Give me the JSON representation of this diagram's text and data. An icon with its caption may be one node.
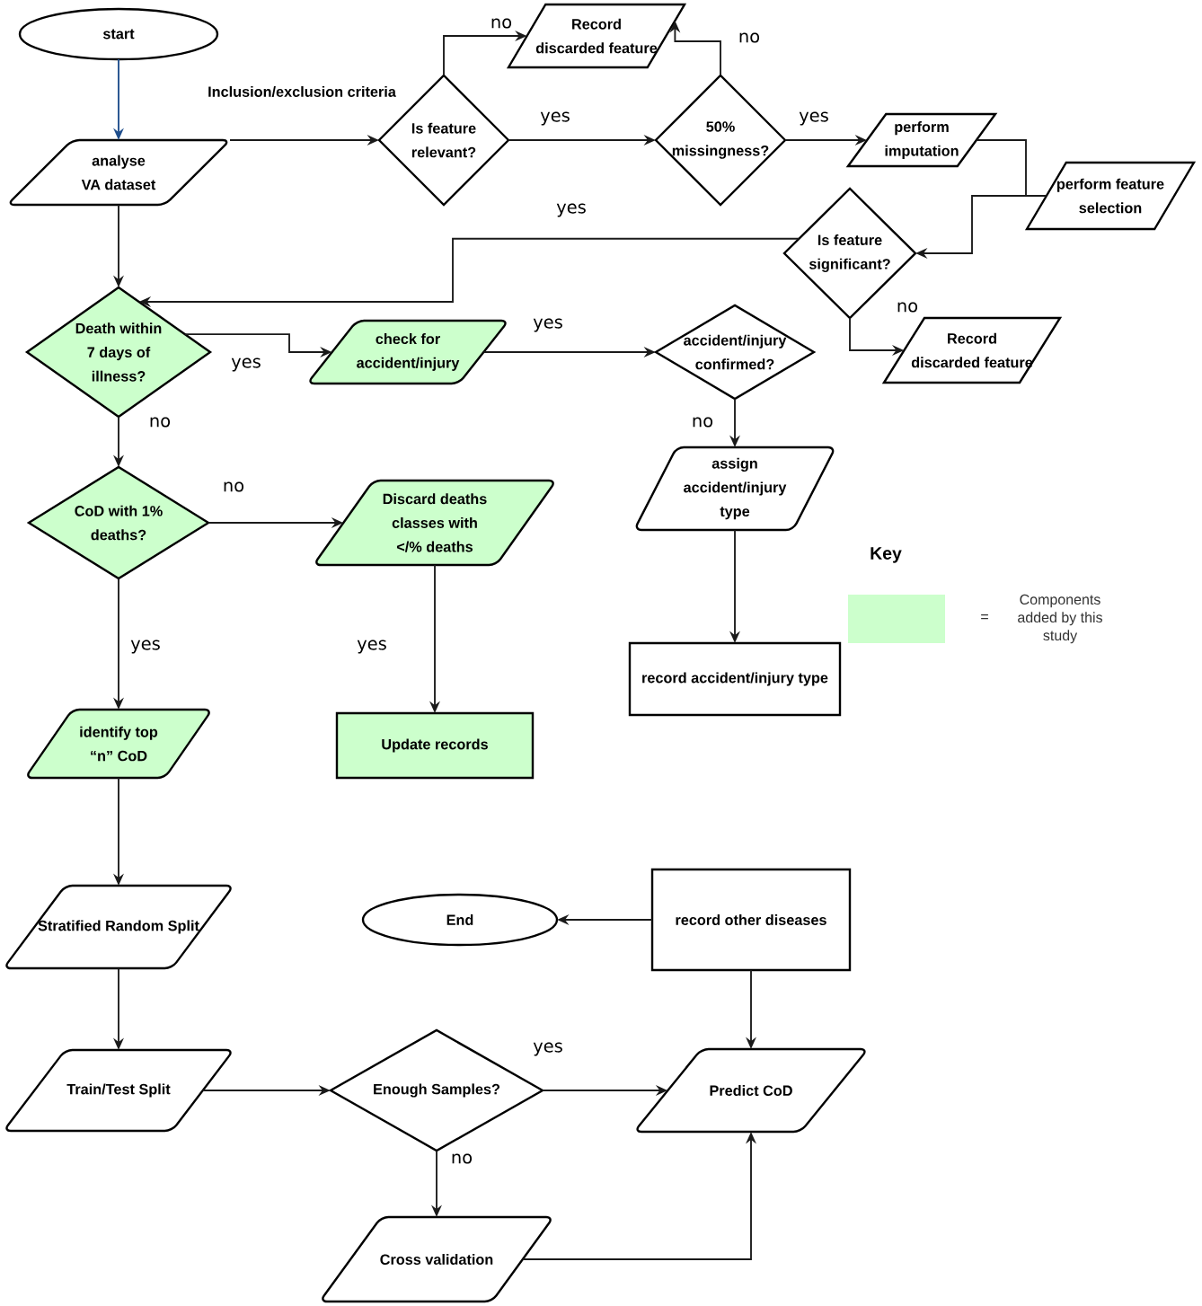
{
  "diagram": {
    "nodes": [
      {
        "text": [
          "start"
        ]
      },
      {
        "text": [
          "analyse VA dataset"
        ]
      },
      {
        "text": [
          "Is feature relevant?"
        ]
      },
      {
        "text": [
          "Record discarded feature"
        ]
      },
      {
        "text": [
          "50% missingness?"
        ]
      },
      {
        "text": [
          "perform imputation"
        ]
      },
      {
        "text": [
          "perform feature selection"
        ]
      },
      {
        "text": [
          "Is feature significant?"
        ]
      },
      {
        "text": [
          "Death within 7 days of illness?"
        ]
      },
      {
        "text": [
          "check for accident/injury"
        ]
      },
      {
        "text": [
          "accident/injury confirmed?"
        ]
      },
      {
        "text": [
          "Record discarded feature"
        ]
      },
      {
        "text": [
          "CoD with 1% deaths?"
        ]
      },
      {
        "text": [
          "Discard deaths classes with </% deaths"
        ]
      },
      {
        "text": [
          "assign accident/injury type"
        ]
      },
      {
        "text": [
          "identify top “n” CoD"
        ]
      },
      {
        "text": [
          "Update records"
        ]
      },
      {
        "text": [
          "record accident/injury type"
        ]
      },
      {
        "text": [
          "Stratified Random Split"
        ]
      },
      {
        "text": [
          "End"
        ]
      },
      {
        "text": [
          "record other diseases"
        ]
      },
      {
        "text": [
          "Train/Test Split"
        ]
      },
      {
        "text": [
          "Enough Samples?"
        ]
      },
      {
        "text": [
          "Predict CoD"
        ]
      },
      {
        "text": [
          "Cross validation"
        ]
      }
    ],
    "edges": [
      {
        "from": 0,
        "to": 1,
        "arrow": "to",
        "color": "#1f4e8c"
      },
      {
        "from": 1,
        "to": 2,
        "arrow": "to",
        "label": "Inclusion/exclusion criteria"
      },
      {
        "from": 2,
        "to": 3,
        "arrow": "to",
        "label": "no"
      },
      {
        "from": 2,
        "to": 4,
        "arrow": "to",
        "label": "yes"
      },
      {
        "from": 4,
        "to": 3,
        "arrow": "to",
        "label": "no"
      },
      {
        "from": 4,
        "to": 5,
        "arrow": "to",
        "label": "yes"
      },
      {
        "from": 5,
        "to": 6,
        "arrow": "none"
      },
      {
        "from": 6,
        "to": 7,
        "arrow": "to"
      },
      {
        "from": 7,
        "to": 8,
        "arrow": "to",
        "label": "yes"
      },
      {
        "from": 7,
        "to": 11,
        "arrow": "to",
        "label": "no"
      },
      {
        "from": 1,
        "to": 8,
        "arrow": "to"
      },
      {
        "from": 8,
        "to": 9,
        "arrow": "to",
        "label": "yes"
      },
      {
        "from": 9,
        "to": 10,
        "arrow": "to",
        "label": "yes"
      },
      {
        "from": 10,
        "to": 14,
        "arrow": "to",
        "label": "no"
      },
      {
        "from": 8,
        "to": 12,
        "arrow": "to",
        "label": "no"
      },
      {
        "from": 12,
        "to": 13,
        "arrow": "to",
        "label": "no"
      },
      {
        "from": 12,
        "to": 15,
        "arrow": "to",
        "label": "yes"
      },
      {
        "from": 13,
        "to": 16,
        "arrow": "to",
        "label": "yes"
      },
      {
        "from": 14,
        "to": 17,
        "arrow": "to"
      },
      {
        "from": 15,
        "to": 18,
        "arrow": "to"
      },
      {
        "from": 18,
        "to": 21,
        "arrow": "to"
      },
      {
        "from": 20,
        "to": 19,
        "arrow": "to"
      },
      {
        "from": 20,
        "to": 23,
        "arrow": "to"
      },
      {
        "from": 21,
        "to": 22,
        "arrow": "to"
      },
      {
        "from": 22,
        "to": 23,
        "arrow": "to",
        "label": "yes"
      },
      {
        "from": 22,
        "to": 24,
        "arrow": "to",
        "label": "no"
      },
      {
        "from": 24,
        "to": 23,
        "arrow": "to"
      }
    ],
    "labels": [
      "Key",
      "="
    ],
    "legend": [
      {
        "text": "Components added by this study",
        "color": "#ccffcc"
      }
    ]
  }
}
